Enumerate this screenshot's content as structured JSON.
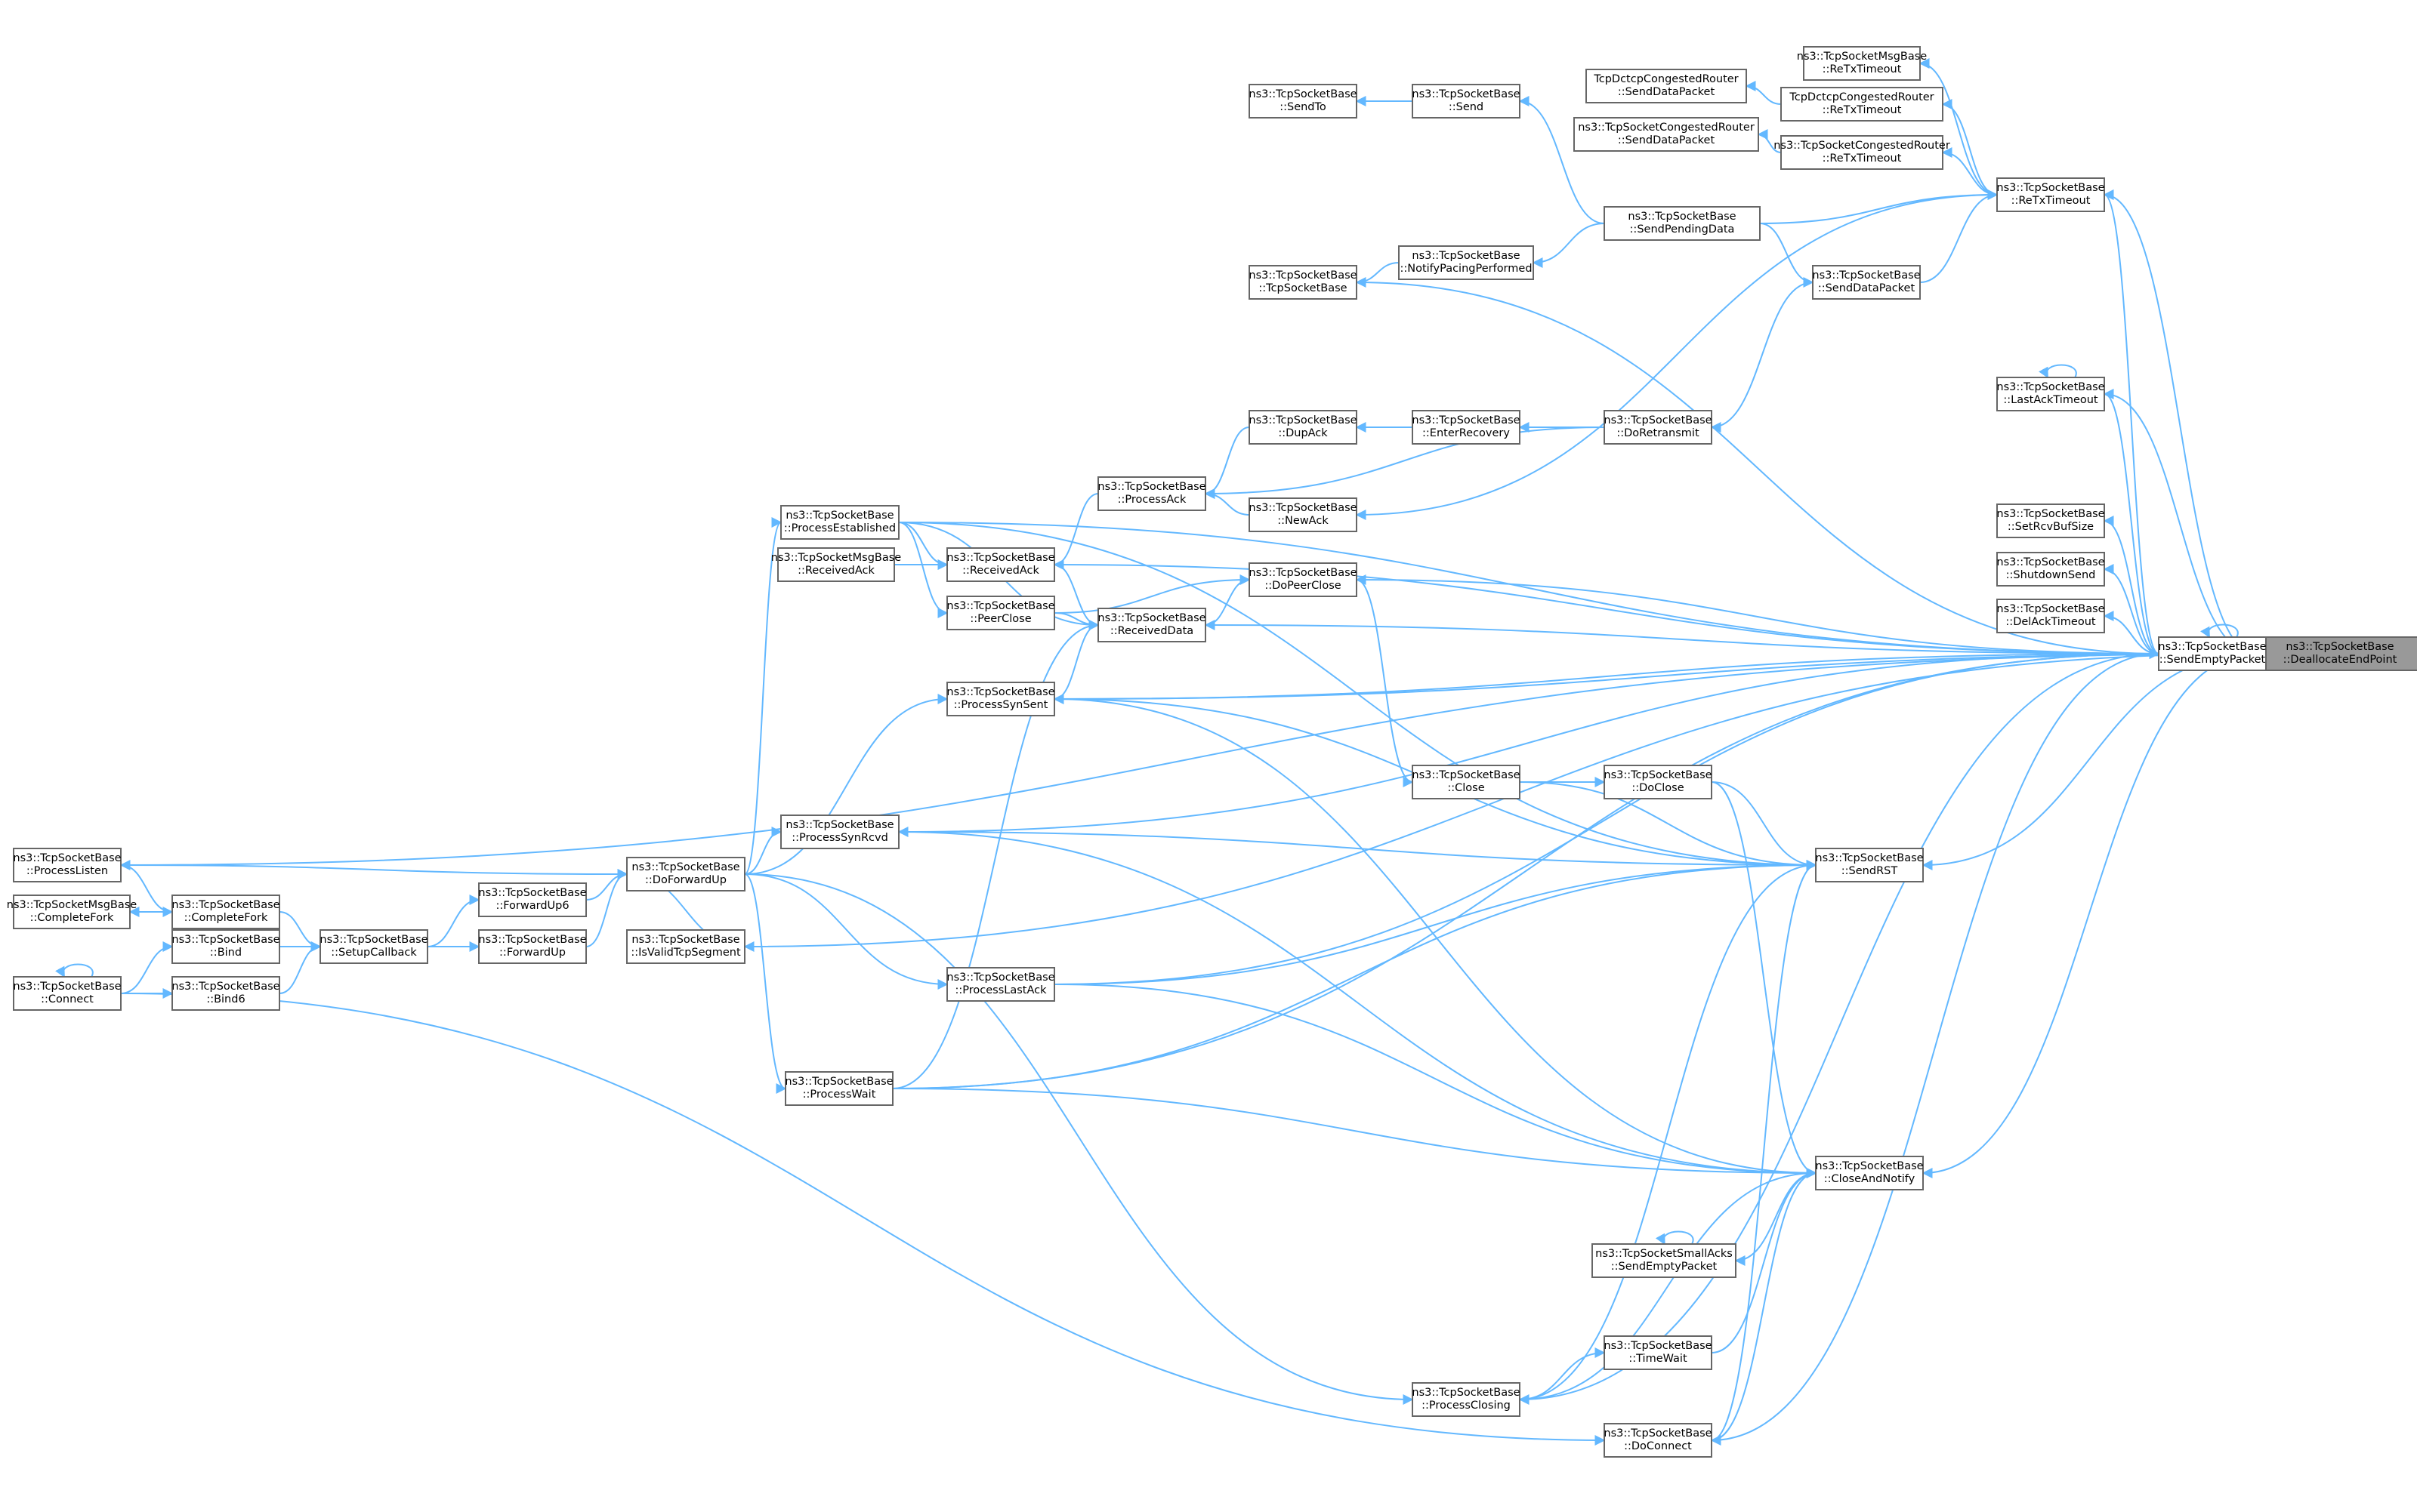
{
  "graph": {
    "title": "",
    "edge_color": "#63b8ff",
    "node_border_color": "#666666",
    "focus_fill": "#999999",
    "nodes": [
      {
        "id": "dealloc",
        "lines": [
          "ns3::TcpSocketBase",
          "::DeallocateEndPoint"
        ],
        "focus": true
      },
      {
        "id": "sendempty",
        "lines": [
          "ns3::TcpSocketBase",
          "::SendEmptyPacket"
        ]
      },
      {
        "id": "sendrst",
        "lines": [
          "ns3::TcpSocketBase",
          "::SendRST"
        ]
      },
      {
        "id": "closenotify",
        "lines": [
          "ns3::TcpSocketBase",
          "::CloseAndNotify"
        ]
      },
      {
        "id": "retx",
        "lines": [
          "ns3::TcpSocketBase",
          "::ReTxTimeout"
        ]
      },
      {
        "id": "lastack",
        "lines": [
          "ns3::TcpSocketBase",
          "::LastAckTimeout"
        ]
      },
      {
        "id": "setrcv",
        "lines": [
          "ns3::TcpSocketBase",
          "::SetRcvBufSize"
        ]
      },
      {
        "id": "shutdownsend",
        "lines": [
          "ns3::TcpSocketBase",
          "::ShutdownSend"
        ]
      },
      {
        "id": "delack",
        "lines": [
          "ns3::TcpSocketBase",
          "::DelAckTimeout"
        ]
      },
      {
        "id": "msgretx",
        "lines": [
          "ns3::TcpSocketMsgBase",
          "::ReTxTimeout"
        ]
      },
      {
        "id": "dctcpretx",
        "lines": [
          "TcpDctcpCongestedRouter",
          "::ReTxTimeout"
        ]
      },
      {
        "id": "dctcpsend",
        "lines": [
          "TcpDctcpCongestedRouter",
          "::SendDataPacket"
        ]
      },
      {
        "id": "congretx",
        "lines": [
          "ns3::TcpSocketCongestedRouter",
          "::ReTxTimeout"
        ]
      },
      {
        "id": "congsend",
        "lines": [
          "ns3::TcpSocketCongestedRouter",
          "::SendDataPacket"
        ]
      },
      {
        "id": "senddatapacket",
        "lines": [
          "ns3::TcpSocketBase",
          "::SendDataPacket"
        ]
      },
      {
        "id": "sendpending",
        "lines": [
          "ns3::TcpSocketBase",
          "::SendPendingData"
        ]
      },
      {
        "id": "send",
        "lines": [
          "ns3::TcpSocketBase",
          "::Send"
        ]
      },
      {
        "id": "sendto",
        "lines": [
          "ns3::TcpSocketBase",
          "::SendTo"
        ]
      },
      {
        "id": "notifypacing",
        "lines": [
          "ns3::TcpSocketBase",
          "::NotifyPacingPerformed"
        ]
      },
      {
        "id": "ctor",
        "lines": [
          "ns3::TcpSocketBase",
          "::TcpSocketBase"
        ]
      },
      {
        "id": "doretransmit",
        "lines": [
          "ns3::TcpSocketBase",
          "::DoRetransmit"
        ]
      },
      {
        "id": "enterrecovery",
        "lines": [
          "ns3::TcpSocketBase",
          "::EnterRecovery"
        ]
      },
      {
        "id": "dupack",
        "lines": [
          "ns3::TcpSocketBase",
          "::DupAck"
        ]
      },
      {
        "id": "processack",
        "lines": [
          "ns3::TcpSocketBase",
          "::ProcessAck"
        ]
      },
      {
        "id": "newack",
        "lines": [
          "ns3::TcpSocketBase",
          "::NewAck"
        ]
      },
      {
        "id": "dopeerclose",
        "lines": [
          "ns3::TcpSocketBase",
          "::DoPeerClose"
        ]
      },
      {
        "id": "receiveddata",
        "lines": [
          "ns3::TcpSocketBase",
          "::ReceivedData"
        ]
      },
      {
        "id": "receivedack",
        "lines": [
          "ns3::TcpSocketBase",
          "::ReceivedAck"
        ]
      },
      {
        "id": "peerclose",
        "lines": [
          "ns3::TcpSocketBase",
          "::PeerClose"
        ]
      },
      {
        "id": "processestablished",
        "lines": [
          "ns3::TcpSocketBase",
          "::ProcessEstablished"
        ]
      },
      {
        "id": "msgreceivedack",
        "lines": [
          "ns3::TcpSocketMsgBase",
          "::ReceivedAck"
        ]
      },
      {
        "id": "processsynsent",
        "lines": [
          "ns3::TcpSocketBase",
          "::ProcessSynSent"
        ]
      },
      {
        "id": "processsynrcvd",
        "lines": [
          "ns3::TcpSocketBase",
          "::ProcessSynRcvd"
        ]
      },
      {
        "id": "close",
        "lines": [
          "ns3::TcpSocketBase",
          "::Close"
        ]
      },
      {
        "id": "doclose",
        "lines": [
          "ns3::TcpSocketBase",
          "::DoClose"
        ]
      },
      {
        "id": "doforwardup",
        "lines": [
          "ns3::TcpSocketBase",
          "::DoForwardUp"
        ]
      },
      {
        "id": "processlisten",
        "lines": [
          "ns3::TcpSocketBase",
          "::ProcessListen"
        ]
      },
      {
        "id": "msgcompletefork",
        "lines": [
          "ns3::TcpSocketMsgBase",
          "::CompleteFork"
        ]
      },
      {
        "id": "completefork",
        "lines": [
          "ns3::TcpSocketBase",
          "::CompleteFork"
        ]
      },
      {
        "id": "forwardup6",
        "lines": [
          "ns3::TcpSocketBase",
          "::ForwardUp6"
        ]
      },
      {
        "id": "forwardup",
        "lines": [
          "ns3::TcpSocketBase",
          "::ForwardUp"
        ]
      },
      {
        "id": "isvalid",
        "lines": [
          "ns3::TcpSocketBase",
          "::IsValidTcpSegment"
        ]
      },
      {
        "id": "setupcallback",
        "lines": [
          "ns3::TcpSocketBase",
          "::SetupCallback"
        ]
      },
      {
        "id": "bind",
        "lines": [
          "ns3::TcpSocketBase",
          "::Bind"
        ]
      },
      {
        "id": "bind6",
        "lines": [
          "ns3::TcpSocketBase",
          "::Bind6"
        ]
      },
      {
        "id": "connect",
        "lines": [
          "ns3::TcpSocketBase",
          "::Connect"
        ]
      },
      {
        "id": "processlastack",
        "lines": [
          "ns3::TcpSocketBase",
          "::ProcessLastAck"
        ]
      },
      {
        "id": "processwait",
        "lines": [
          "ns3::TcpSocketBase",
          "::ProcessWait"
        ]
      },
      {
        "id": "smallacks",
        "lines": [
          "ns3::TcpSocketSmallAcks",
          "::SendEmptyPacket"
        ]
      },
      {
        "id": "timewait",
        "lines": [
          "ns3::TcpSocketBase",
          "::TimeWait"
        ]
      },
      {
        "id": "processclosing",
        "lines": [
          "ns3::TcpSocketBase",
          "::ProcessClosing"
        ]
      },
      {
        "id": "doconnect",
        "lines": [
          "ns3::TcpSocketBase",
          "::DoConnect"
        ]
      }
    ],
    "edges": [
      [
        "sendempty",
        "dealloc"
      ],
      [
        "sendrst",
        "dealloc"
      ],
      [
        "closenotify",
        "dealloc"
      ],
      [
        "retx",
        "dealloc"
      ],
      [
        "lastack",
        "dealloc"
      ],
      [
        "processlisten",
        "dealloc"
      ],
      [
        "processsynsent",
        "dealloc"
      ],
      [
        "isvalid",
        "dealloc"
      ],
      [
        "setrcv",
        "sendempty"
      ],
      [
        "retx",
        "sendempty"
      ],
      [
        "lastack",
        "sendempty"
      ],
      [
        "shutdownsend",
        "sendempty"
      ],
      [
        "delack",
        "sendempty"
      ],
      [
        "sendempty",
        "sendempty"
      ],
      [
        "lastack",
        "lastack"
      ],
      [
        "msgretx",
        "retx"
      ],
      [
        "dctcpretx",
        "retx"
      ],
      [
        "congretx",
        "retx"
      ],
      [
        "dctcpsend",
        "dctcpretx"
      ],
      [
        "congsend",
        "congretx"
      ],
      [
        "retx",
        "senddatapacket"
      ],
      [
        "retx",
        "sendpending"
      ],
      [
        "senddatapacket",
        "sendpending"
      ],
      [
        "send",
        "sendpending"
      ],
      [
        "sendto",
        "send"
      ],
      [
        "notifypacing",
        "sendpending"
      ],
      [
        "ctor",
        "notifypacing"
      ],
      [
        "doretransmit",
        "senddatapacket"
      ],
      [
        "enterrecovery",
        "doretransmit"
      ],
      [
        "dupack",
        "enterrecovery"
      ],
      [
        "processack",
        "dupack"
      ],
      [
        "processack",
        "doretransmit"
      ],
      [
        "newack",
        "retx"
      ],
      [
        "processack",
        "newack"
      ],
      [
        "receivedack",
        "processack"
      ],
      [
        "dopeerclose",
        "sendempty"
      ],
      [
        "dopeerclose",
        "peerclose"
      ],
      [
        "dopeerclose",
        "receiveddata"
      ],
      [
        "receiveddata",
        "sendempty"
      ],
      [
        "receiveddata",
        "processestablished"
      ],
      [
        "receiveddata",
        "receivedack"
      ],
      [
        "receiveddata",
        "peerclose"
      ],
      [
        "receiveddata",
        "processsynsent"
      ],
      [
        "receiveddata",
        "processwait"
      ],
      [
        "receivedack",
        "processestablished"
      ],
      [
        "receivedack",
        "msgreceivedack"
      ],
      [
        "peerclose",
        "processestablished"
      ],
      [
        "processsynsent",
        "sendempty"
      ],
      [
        "processsynrcvd",
        "sendempty"
      ],
      [
        "close",
        "dopeerclose"
      ],
      [
        "doclose",
        "close"
      ],
      [
        "sendrst",
        "doclose"
      ],
      [
        "sendrst",
        "close"
      ],
      [
        "sendrst",
        "processsynrcvd"
      ],
      [
        "sendrst",
        "processsynsent"
      ],
      [
        "sendrst",
        "processlastack"
      ],
      [
        "sendrst",
        "processwait"
      ],
      [
        "sendrst",
        "processestablished"
      ],
      [
        "processsynsent",
        "doforwardup"
      ],
      [
        "processsynrcvd",
        "doforwardup"
      ],
      [
        "processestablished",
        "doforwardup"
      ],
      [
        "processlastack",
        "doforwardup"
      ],
      [
        "processwait",
        "doforwardup"
      ],
      [
        "processclosing",
        "doforwardup"
      ],
      [
        "doforwardup",
        "processlisten"
      ],
      [
        "completefork",
        "processlisten"
      ],
      [
        "msgcompletefork",
        "completefork"
      ],
      [
        "doforwardup",
        "forwardup6"
      ],
      [
        "doforwardup",
        "forwardup"
      ],
      [
        "isvalid",
        "doforwardup"
      ],
      [
        "forwardup6",
        "setupcallback"
      ],
      [
        "forwardup",
        "setupcallback"
      ],
      [
        "setupcallback",
        "completefork"
      ],
      [
        "setupcallback",
        "bind"
      ],
      [
        "setupcallback",
        "bind6"
      ],
      [
        "bind",
        "connect"
      ],
      [
        "bind6",
        "connect"
      ],
      [
        "connect",
        "connect"
      ],
      [
        "closenotify",
        "doclose"
      ],
      [
        "closenotify",
        "processsynsent"
      ],
      [
        "closenotify",
        "processsynrcvd"
      ],
      [
        "closenotify",
        "processlastack"
      ],
      [
        "closenotify",
        "processwait"
      ],
      [
        "closenotify",
        "timewait"
      ],
      [
        "closenotify",
        "processclosing"
      ],
      [
        "closenotify",
        "doconnect"
      ],
      [
        "smallacks",
        "closenotify"
      ],
      [
        "smallacks",
        "smallacks"
      ],
      [
        "timewait",
        "processclosing"
      ],
      [
        "processclosing",
        "sendrst"
      ],
      [
        "doconnect",
        "sendrst"
      ],
      [
        "doconnect",
        "connect"
      ],
      [
        "sendempty",
        "processwait"
      ],
      [
        "sendempty",
        "processlastack"
      ],
      [
        "sendempty",
        "processestablished"
      ],
      [
        "sendempty",
        "processclosing"
      ],
      [
        "sendempty",
        "doconnect"
      ],
      [
        "sendempty",
        "ctor"
      ],
      [
        "sendempty",
        "receivedack"
      ]
    ]
  }
}
